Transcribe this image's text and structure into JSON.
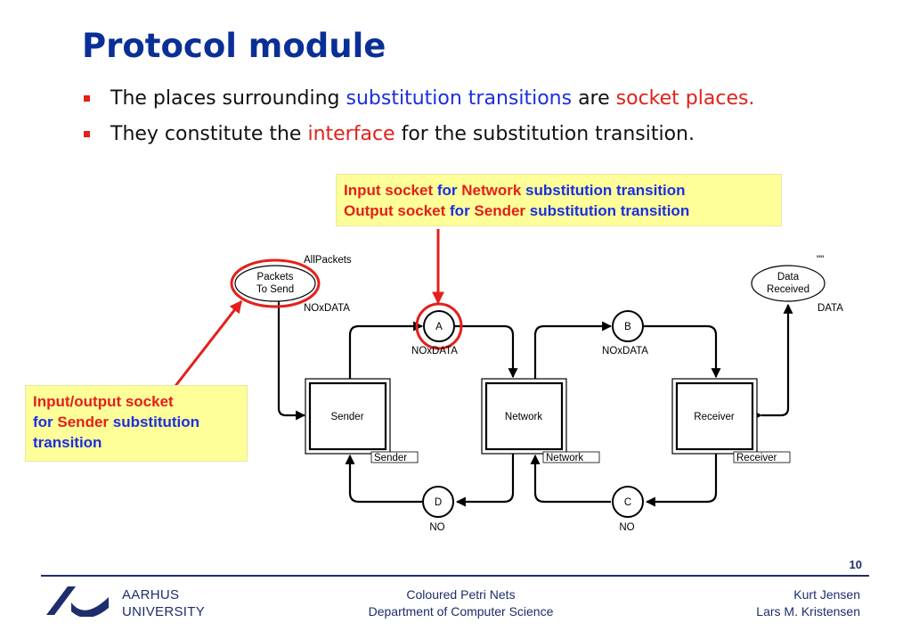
{
  "title": "Protocol module",
  "bullets": [
    {
      "pre": "The places surrounding ",
      "hl1": "substitution transitions",
      "mid": " are ",
      "hl2": "socket places."
    },
    {
      "pre": "They constitute the ",
      "hl1": "interface",
      "post": " for the substitution transition."
    }
  ],
  "callout_top": {
    "line1": {
      "a": "Input socket",
      "b": " for ",
      "c": "Network",
      "d": " substitution transition"
    },
    "line2": {
      "a": "Output socket",
      "b": " for ",
      "c": "Sender",
      "d": " substitution transition"
    }
  },
  "callout_left": {
    "line1": "Input/output socket",
    "line2_a": "for ",
    "line2_b": "Sender",
    "line2_c": " substitution",
    "line3": "transition"
  },
  "diagram": {
    "packets_to_send": {
      "line1": "Packets",
      "line2": "To Send",
      "init": "AllPackets",
      "colset": "NOxDATA"
    },
    "data_received": {
      "line1": "Data",
      "line2": "Received",
      "init": "\"\"",
      "colset": "DATA"
    },
    "place_a": {
      "name": "A",
      "colset": "NOxDATA"
    },
    "place_b": {
      "name": "B",
      "colset": "NOxDATA"
    },
    "place_c": {
      "name": "C",
      "colset": "NO"
    },
    "place_d": {
      "name": "D",
      "colset": "NO"
    },
    "sender": {
      "name": "Sender",
      "tag": "Sender"
    },
    "network": {
      "name": "Network",
      "tag": "Network"
    },
    "receiver": {
      "name": "Receiver",
      "tag": "Receiver"
    }
  },
  "footer": {
    "page_number": "10",
    "university_line1": "AARHUS",
    "university_line2": "UNIVERSITY",
    "course_line1": "Coloured Petri Nets",
    "course_line2": "Department of Computer Science",
    "author1": "Kurt Jensen",
    "author2": "Lars M. Kristensen"
  },
  "colors": {
    "title": "#0a2f96",
    "accent_red": "#e3201b",
    "accent_blue": "#1a2ee0",
    "callout_bg": "#ffff99"
  }
}
